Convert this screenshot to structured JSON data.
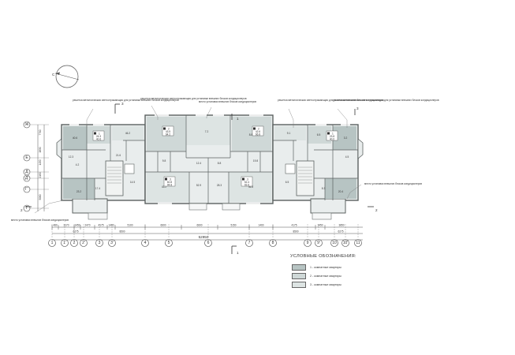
{
  "plan": {
    "north_label": "С",
    "section_marks": [
      "1",
      "1",
      "2",
      "2",
      "3",
      "3"
    ],
    "row_axes": [
      "Ж",
      "Е",
      "Д",
      "Д'",
      "Г'",
      "Г"
    ],
    "col_axes": [
      "1",
      "1'",
      "2",
      "2'",
      "3",
      "3'",
      "4",
      "5",
      "6",
      "7",
      "8",
      "9",
      "9'",
      "10",
      "10'",
      "11"
    ],
    "dims_row1": [
      "480",
      "3170",
      "1450",
      "2470",
      "4175",
      "1400",
      "5100",
      "6600",
      "6600",
      "5150",
      "1400",
      "4175",
      "1450",
      "3850"
    ],
    "dims_row2": [
      "6275",
      "8500",
      "8500",
      "6275"
    ],
    "dims_total": "52950",
    "dims_left": [
      "7700",
      "1830",
      "1450",
      "2150",
      "5060"
    ],
    "notes": {
      "grille_1": "решетка металлическая светоотражающая для установки внешних блоков кондиционеров",
      "grille_2": "решетка металлическая светоотражающая для установки внешних блоков кондиционеров",
      "grille_3": "решетка металлическая светоотражающая для установки внешних блоков кондиционеров",
      "grille_4": "решетка металлическая светоотражающая для установки внешних блоков кондиционеров",
      "ac_place_1": "место установки внешних блоков кондиционеров",
      "ac_place_2": "место установки внешних блоков кондиционеров",
      "ac_place_3": "место установки внешних блоков кондиционеров"
    },
    "room_areas": [
      "40.6",
      "26.3",
      "46.2",
      "20.3",
      "7.2",
      "8.8",
      "9.1",
      "6.5",
      "3.2",
      "4.2",
      "21.6",
      "43.2",
      "46.8",
      "12.4",
      "8.8",
      "23.2",
      "20.4",
      "9.8",
      "19.8",
      "14.5",
      "6.5",
      "52.9",
      "28.3",
      "17.4",
      "8.3",
      "12.3",
      "4.5"
    ],
    "apt_tags": [
      {
        "n": "1",
        "area": "26.3",
        "total": "40.6"
      },
      {
        "n": "2",
        "area": "43.5",
        "total": "64.2"
      },
      {
        "n": "2",
        "area": "42.6",
        "total": "66.8"
      },
      {
        "n": "3",
        "area": "60.8",
        "total": "94.8"
      },
      {
        "n": "3",
        "area": "52.4",
        "total": "92.6"
      },
      {
        "n": "1",
        "area": "23.8",
        "total": "40.0"
      }
    ]
  },
  "legend": {
    "title": "УСЛОВНЫЕ ОБОЗНАЧЕНИЯ:",
    "items": [
      {
        "label": "1 - комнатные квартиры",
        "color": "#b7c4c3"
      },
      {
        "label": "2 - комнатные квартиры",
        "color": "#cfd8d7"
      },
      {
        "label": "3 - комнатные квартиры",
        "color": "#dde4e3"
      }
    ]
  },
  "colors": {
    "wall": "#5b6160",
    "apt1": "#b7c4c3",
    "apt2": "#cfd8d7",
    "apt3": "#dde4e3",
    "core": "#f1f3f2"
  }
}
